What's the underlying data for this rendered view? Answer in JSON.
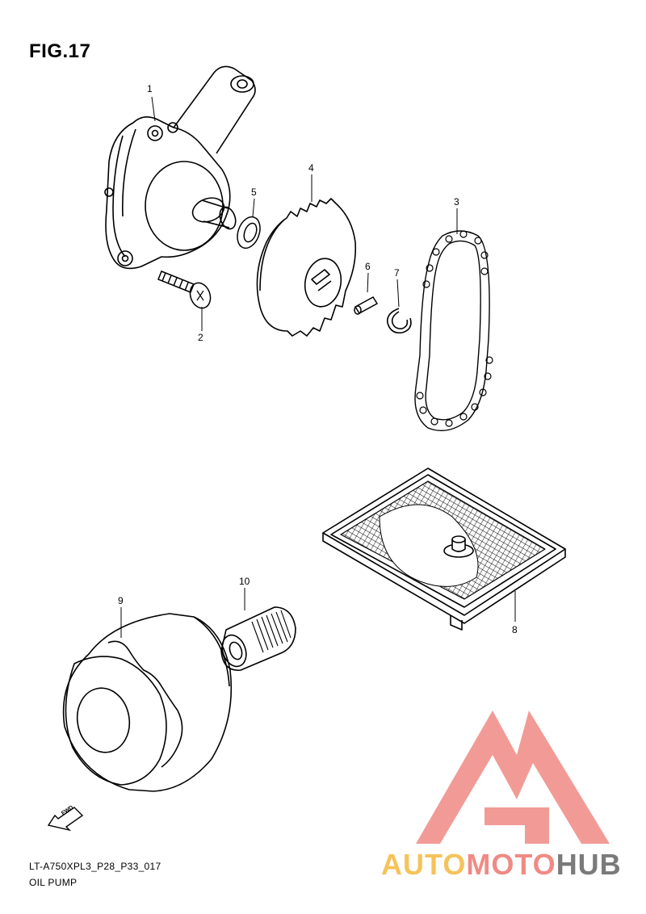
{
  "figure": {
    "title": "FIG.17"
  },
  "parts": [
    {
      "number": "1"
    },
    {
      "number": "2"
    },
    {
      "number": "3"
    },
    {
      "number": "4"
    },
    {
      "number": "5"
    },
    {
      "number": "6"
    },
    {
      "number": "7"
    },
    {
      "number": "8"
    },
    {
      "number": "9"
    },
    {
      "number": "10"
    }
  ],
  "direction_badge": {
    "label": "FWD",
    "icon": "fwd-arrow-icon"
  },
  "footer": {
    "code": "LT-A750XPL3_P28_P33_017",
    "name": "OIL PUMP"
  },
  "watermark": {
    "logo_icon": "triangle-logo-icon",
    "part1": "AUTO",
    "part2": "MOTO",
    "part3": "HUB",
    "colors": {
      "part1": "#f6c35a",
      "part2": "#f08a84",
      "part3": "#7a7a7a",
      "logo": "#f08a84"
    }
  }
}
